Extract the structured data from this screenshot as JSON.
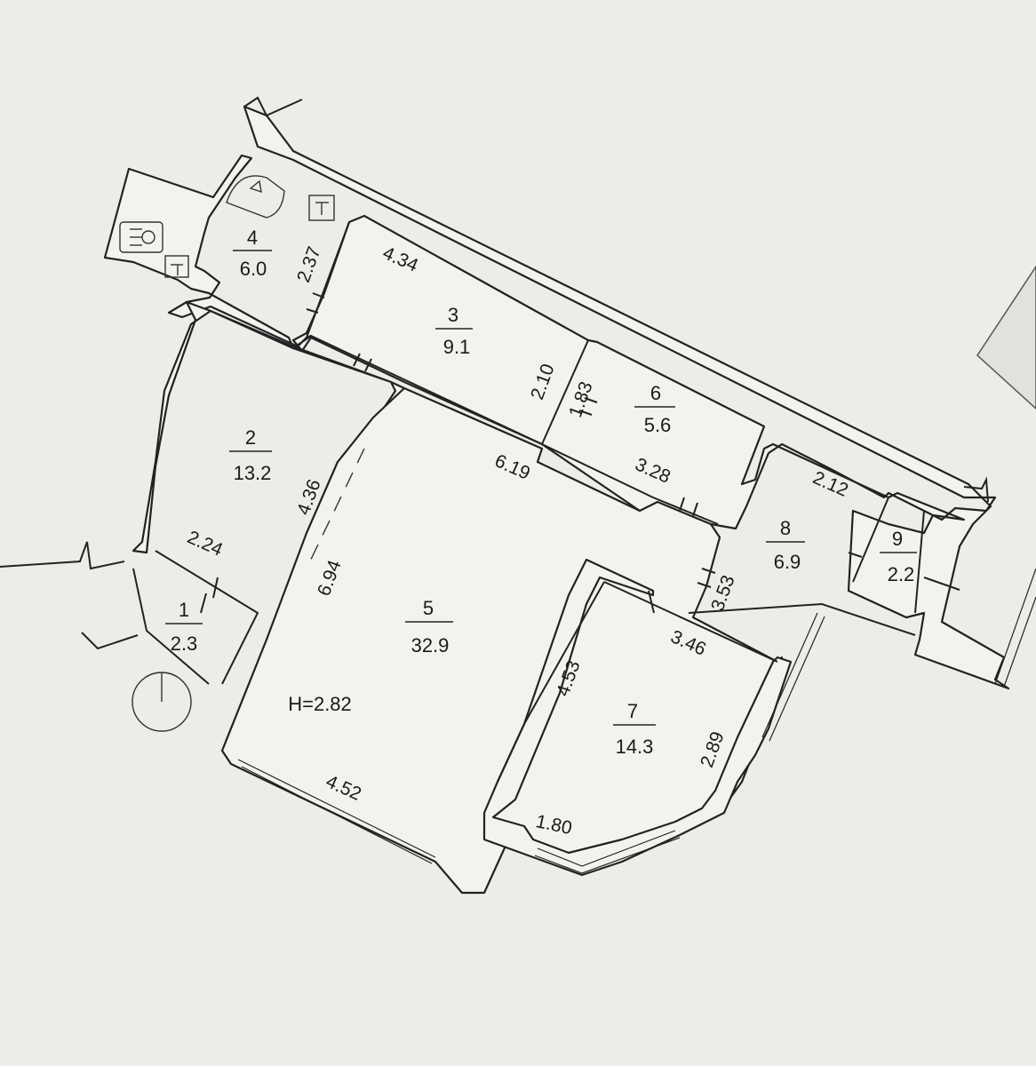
{
  "colors": {
    "paper": "#ecece8",
    "ink": "#1a1a1a",
    "background": "#d8d8d2"
  },
  "rooms": [
    {
      "id": "room-1",
      "number": "1",
      "area": "2.3"
    },
    {
      "id": "room-2",
      "number": "2",
      "area": "13.2"
    },
    {
      "id": "room-3",
      "number": "3",
      "area": "9.1"
    },
    {
      "id": "room-4",
      "number": "4",
      "area": "6.0"
    },
    {
      "id": "room-5",
      "number": "5",
      "area": "32.9"
    },
    {
      "id": "room-6",
      "number": "6",
      "area": "5.6"
    },
    {
      "id": "room-7",
      "number": "7",
      "area": "14.3"
    },
    {
      "id": "room-8",
      "number": "8",
      "area": "6.9"
    },
    {
      "id": "room-9",
      "number": "9",
      "area": "2.2"
    }
  ],
  "dimensions": [
    "4.34",
    "2.37",
    "2.10",
    "1.83",
    "6.19",
    "3.28",
    "4.36",
    "2.24",
    "6.94",
    "2.12",
    "3.53",
    "3.46",
    "4.53",
    "2.89",
    "4.52",
    "1.80"
  ],
  "ceiling_height": "H=2.82",
  "symbols": [
    "bathtub-icon",
    "toilet-icon",
    "sink-icon",
    "shower-icon",
    "riser-circle-icon"
  ]
}
